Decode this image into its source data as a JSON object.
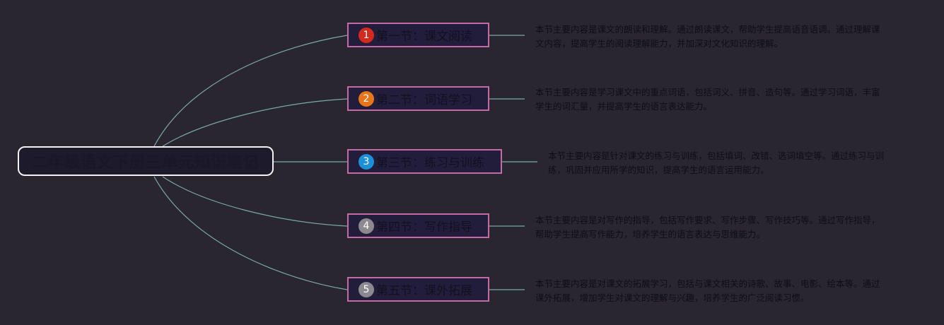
{
  "root": {
    "title": "二年级语文下册三单元知识笔记"
  },
  "sections": [
    {
      "number": "1",
      "badge_color": "#d42a1d",
      "title": "第一节：课文阅读",
      "description": "本节主要内容是课文的朗读和理解。通过朗读课文，帮助学生提高语音语调。通过理解课文内容，提高学生的阅读理解能力，并加深对文化知识的理解。"
    },
    {
      "number": "2",
      "badge_color": "#e8751a",
      "title": "第二节：词语学习",
      "description": "本节主要内容是学习课文中的重点词语，包括词义、拼音、造句等。通过学习词语，丰富学生的词汇量，并提高学生的语言表达能力。"
    },
    {
      "number": "3",
      "badge_color": "#1c8fd6",
      "title": "第三节：练习与训练",
      "description": "本节主要内容是针对课文的练习与训练，包括填词、改错、选词填空等。通过练习与训练，巩固并应用所学的知识，提高学生的语言运用能力。"
    },
    {
      "number": "4",
      "badge_color": "#8c8a90",
      "title": "第四节：写作指导",
      "description": "本节主要内容是对写作的指导，包括写作要求、写作步骤、写作技巧等。通过写作指导，帮助学生提高写作能力，培养学生的语言表达与思维能力。"
    },
    {
      "number": "5",
      "badge_color": "#8c8a90",
      "title": "第五节：课外拓展",
      "description": "本节主要内容是对课文的拓展学习，包括与课文相关的诗歌、故事、电影、绘本等。通过课外拓展，增加学生对课文的理解与兴趣，培养学生的广泛阅读习惯。"
    }
  ]
}
